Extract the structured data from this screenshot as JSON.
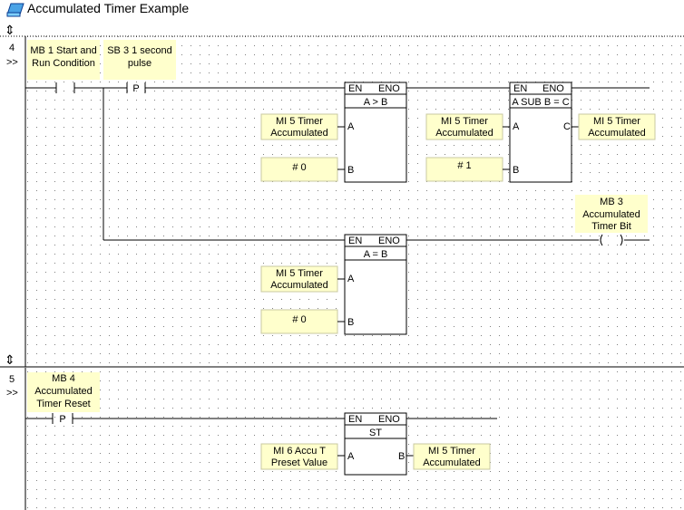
{
  "window": {
    "title": "Accumulated Timer Example",
    "icon": "ladder-file-icon"
  },
  "rungs": [
    {
      "number": "4",
      "expand": ">>",
      "comments": [
        {
          "lines": [
            "MB 1  Start and",
            "Run Condition"
          ]
        },
        {
          "lines": [
            "SB 3  1 second",
            "pulse"
          ]
        }
      ],
      "contacts": [
        {
          "type": "normally-open",
          "label": ""
        },
        {
          "type": "positive-transition",
          "label": "P"
        }
      ],
      "blocks": [
        {
          "en": "EN",
          "eno": "ENO",
          "title": "A > B",
          "inputs": [
            {
              "pin": "A",
              "operand": [
                "MI 5 Timer",
                "Accumulated"
              ]
            },
            {
              "pin": "B",
              "operand": [
                "# 0"
              ]
            }
          ]
        },
        {
          "en": "EN",
          "eno": "ENO",
          "title": "A SUB B = C",
          "inputs": [
            {
              "pin": "A",
              "operand": [
                "MI 5 Timer",
                "Accumulated"
              ]
            },
            {
              "pin": "B",
              "operand": [
                "# 1"
              ]
            }
          ],
          "outputs": [
            {
              "pin": "C",
              "operand": [
                "MI 5 Timer",
                "Accumulated"
              ]
            }
          ]
        },
        {
          "en": "EN",
          "eno": "ENO",
          "title": "A = B",
          "inputs": [
            {
              "pin": "A",
              "operand": [
                "MI 5 Timer",
                "Accumulated"
              ]
            },
            {
              "pin": "B",
              "operand": [
                "# 0"
              ]
            }
          ]
        }
      ],
      "coil": {
        "label": [
          "MB 3",
          "Accumulated",
          "Timer Bit"
        ]
      }
    },
    {
      "number": "5",
      "expand": ">>",
      "comments": [
        {
          "lines": [
            "MB 4",
            "Accumulated",
            "Timer Reset"
          ]
        }
      ],
      "contacts": [
        {
          "type": "positive-transition",
          "label": "P"
        }
      ],
      "blocks": [
        {
          "en": "EN",
          "eno": "ENO",
          "title": "ST",
          "inputs": [
            {
              "pin": "A",
              "operand": [
                "MI 6 Accu T",
                "Preset Value"
              ]
            }
          ],
          "outputs": [
            {
              "pin": "B",
              "operand": [
                "MI 5 Timer",
                "Accumulated"
              ]
            }
          ]
        }
      ]
    }
  ],
  "colors": {
    "operand_fill": "#ffffcc",
    "grid_dot": "#7f7f7f",
    "wire": "#000000"
  }
}
